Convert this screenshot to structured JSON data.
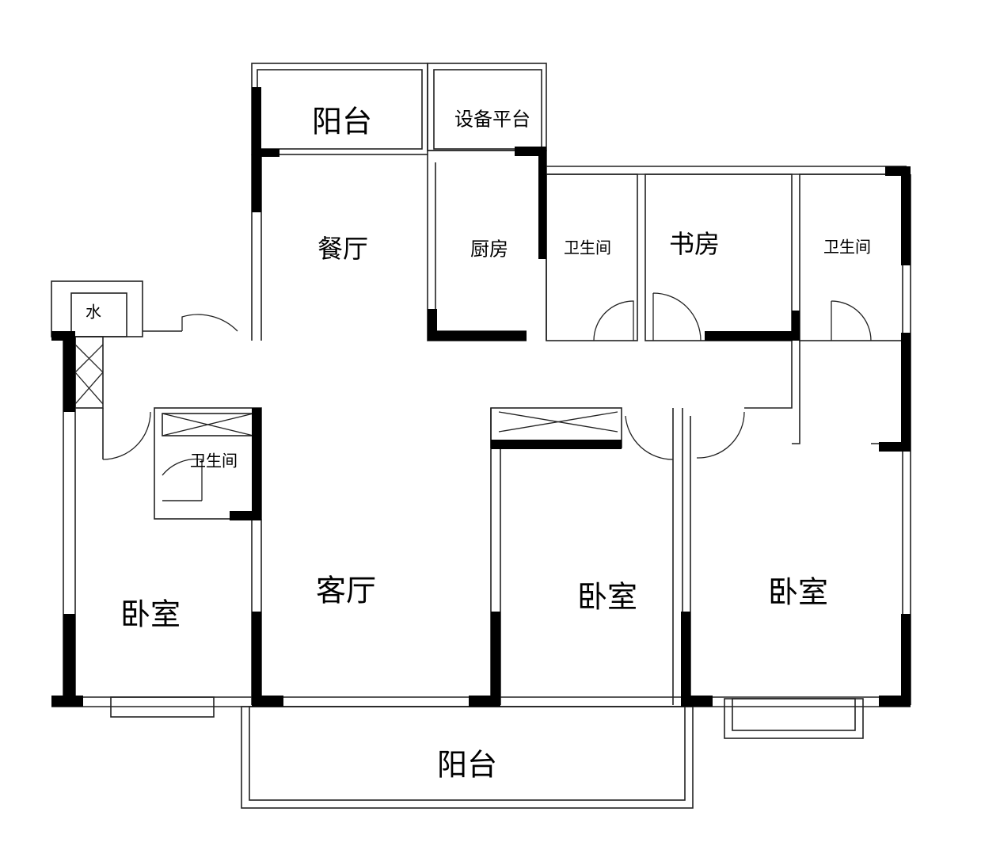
{
  "rooms": {
    "top_balcony": "阳台",
    "equipment_platform": "设备平台",
    "dining_room": "餐厅",
    "kitchen": "厨房",
    "bathroom_1": "卫生间",
    "study": "书房",
    "bathroom_2": "卫生间",
    "water": "水",
    "bathroom_3": "卫生间",
    "bedroom_left": "卧室",
    "living_room": "客厅",
    "bedroom_middle": "卧室",
    "bedroom_right": "卧室",
    "bottom_balcony": "阳台"
  },
  "colors": {
    "wall": "#000000",
    "line": "#222222",
    "background": "#ffffff"
  }
}
